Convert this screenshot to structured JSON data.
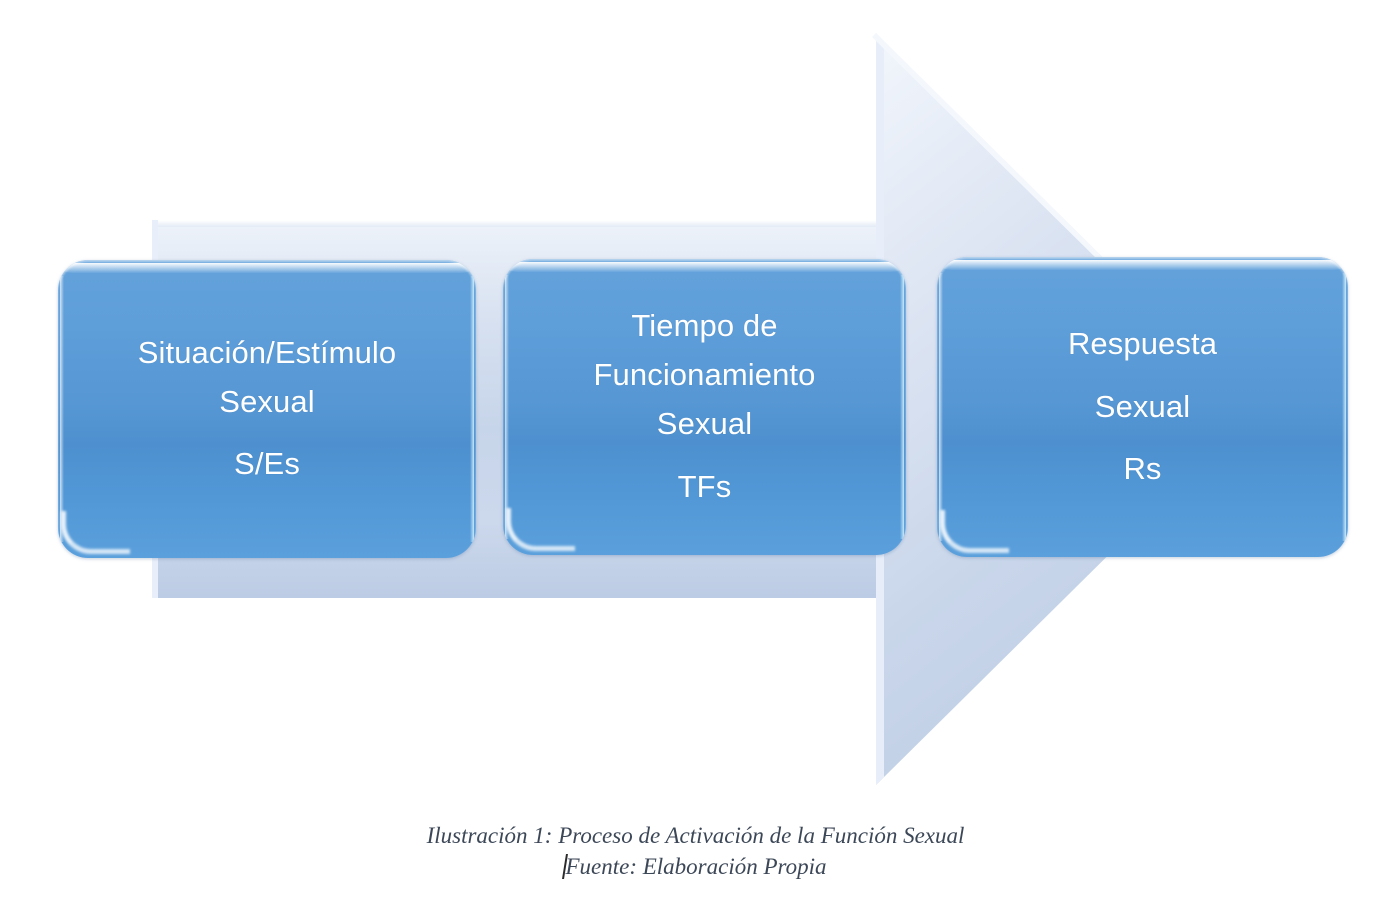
{
  "figure": {
    "title": "Proceso de Activación de la Función Sexual",
    "background_shape": "right-arrow",
    "colors": {
      "box_fill": "#5697d4",
      "box_text": "#ffffff",
      "arrow_fill": "#c5d4e8",
      "caption_text": "#3c4757",
      "page_background": "#ffffff"
    }
  },
  "boxes": [
    {
      "id": "situacion-estimulo-sexual",
      "line1": "Situación/Estímulo",
      "line2": "Sexual",
      "abbreviation": "S/Es"
    },
    {
      "id": "tiempo-funcionamiento-sexual",
      "line1": "Tiempo de",
      "line2": "Funcionamiento",
      "line3": "Sexual",
      "abbreviation": "TFs"
    },
    {
      "id": "respuesta-sexual",
      "line1": "Respuesta",
      "line2": "Sexual",
      "abbreviation": "Rs"
    }
  ],
  "caption": {
    "line1": "Ilustración 1: Proceso de Activación de la Función Sexual",
    "line2": "Fuente: Elaboración Propia"
  }
}
